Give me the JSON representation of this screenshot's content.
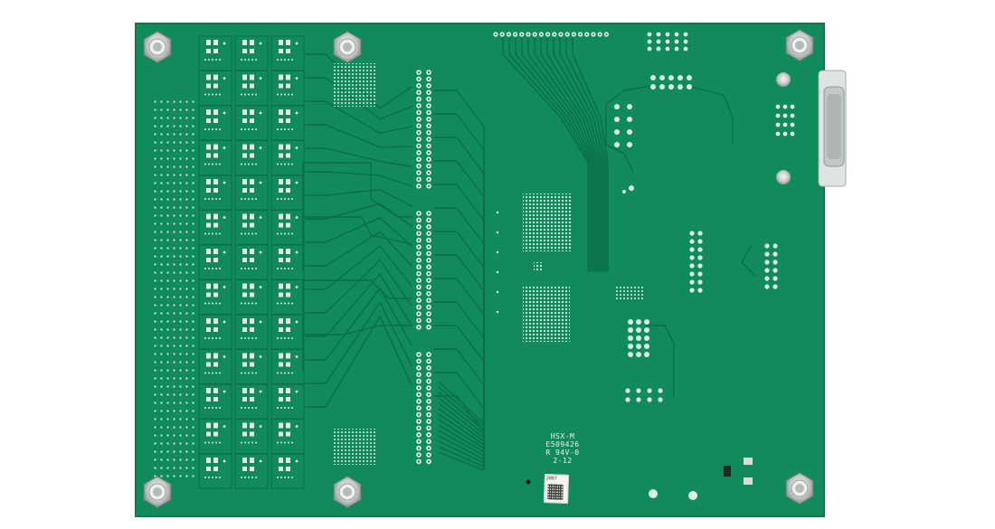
{
  "image": {
    "subject": "green-printed-circuit-board-rear-side",
    "colors": {
      "background": "#ffffff",
      "board": "#118a5c",
      "board_edge": "#0d7a50",
      "trace": "#0b6d47",
      "pad": "#dcefe5",
      "hole": "#1a1a1a",
      "standoff_metal": "#d9dcdc",
      "silkscreen": "#e9f5ee"
    }
  },
  "silkscreen": {
    "board_name": "HSX-M",
    "ul_file": "E509426",
    "rating_glyph": "R",
    "rating": "94V-0",
    "date_code": "2-12"
  },
  "sticker": {
    "serial": "2007"
  }
}
